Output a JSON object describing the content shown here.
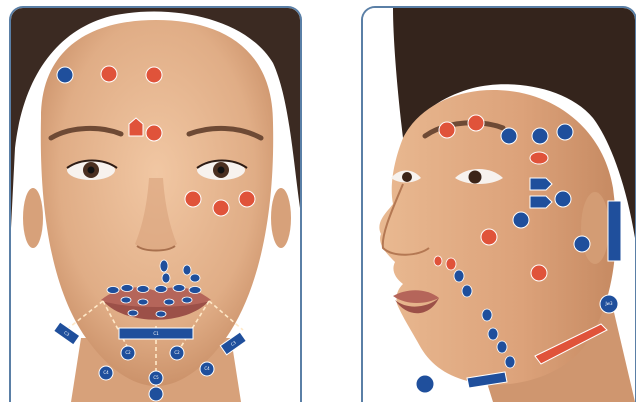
{
  "colors": {
    "blue_marker": "#1f4f9c",
    "red_marker": "#e0533a",
    "frame": "#5a7fa6",
    "guide_line": "#ffe9c8"
  },
  "icons": [
    "front-face-illustration",
    "profile-face-illustration"
  ],
  "front_view": {
    "dot_markers": [
      {
        "label": "",
        "color": "blue"
      },
      {
        "label": "",
        "color": "red"
      },
      {
        "label": "",
        "color": "red"
      },
      {
        "label": "",
        "color": "red"
      },
      {
        "label": "",
        "color": "red"
      },
      {
        "label": "",
        "color": "red"
      },
      {
        "label": "",
        "color": "red"
      },
      {
        "label": "",
        "color": "red"
      }
    ],
    "lip_markers": 16,
    "chin_bar": {
      "label": "C1"
    },
    "side_bars": [
      {
        "label": "C3"
      },
      {
        "label": "C3"
      }
    ],
    "chin_dots": [
      {
        "label": "C2"
      },
      {
        "label": "C2"
      },
      {
        "label": "C4"
      },
      {
        "label": "C5"
      },
      {
        "label": "C4"
      }
    ]
  },
  "profile_view": {
    "dot_markers": [
      {
        "label": "",
        "color": "red"
      },
      {
        "label": "",
        "color": "red"
      },
      {
        "label": "",
        "color": "blue"
      },
      {
        "label": "",
        "color": "blue"
      },
      {
        "label": "",
        "color": "blue"
      },
      {
        "label": "",
        "color": "red"
      },
      {
        "label": "",
        "color": "blue"
      },
      {
        "label": "",
        "color": "blue"
      },
      {
        "label": "",
        "color": "blue"
      },
      {
        "label": "",
        "color": "blue"
      },
      {
        "label": "",
        "color": "red"
      },
      {
        "label": "",
        "color": "blue"
      },
      {
        "label": "",
        "color": "red"
      },
      {
        "label": "",
        "color": "blue"
      }
    ],
    "jaw_markers": 8,
    "temple_bar": {
      "label": ""
    },
    "jaw_bar": {
      "label": ""
    },
    "chin_bar": {
      "label": ""
    },
    "chin_dot": {
      "label": "Jw3"
    }
  }
}
